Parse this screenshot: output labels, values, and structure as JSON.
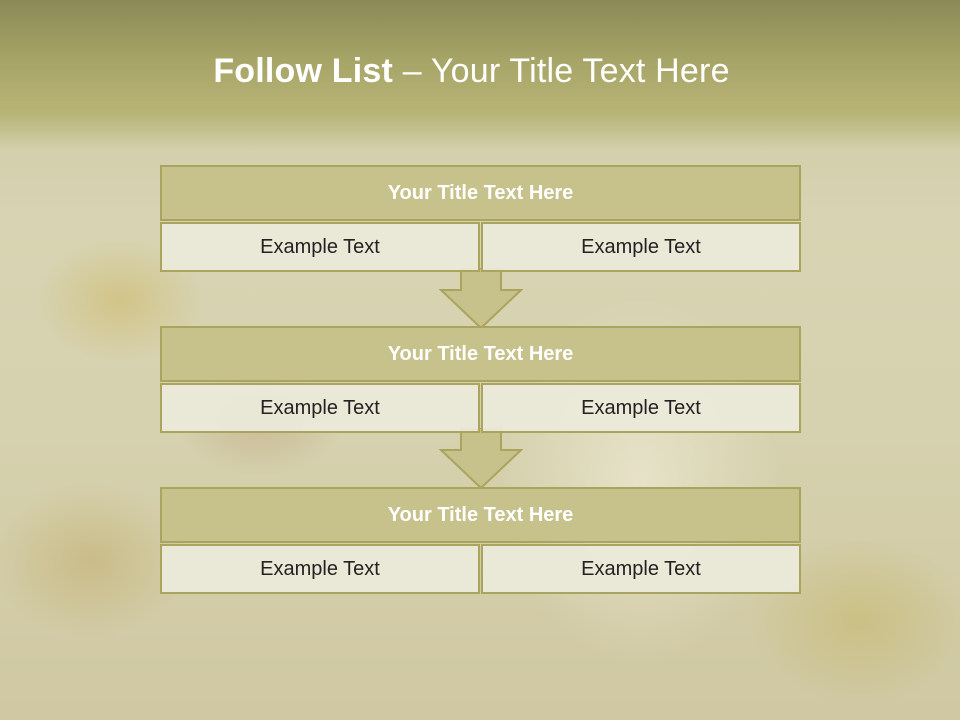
{
  "slide": {
    "title_bold": "Follow List",
    "title_rest": " – Your Title Text Here"
  },
  "steps": [
    {
      "title": "Your Title Text Here",
      "left": "Example Text",
      "right": "Example Text"
    },
    {
      "title": "Your Title Text Here",
      "left": "Example Text",
      "right": "Example Text"
    },
    {
      "title": "Your Title Text Here",
      "left": "Example Text",
      "right": "Example Text"
    }
  ],
  "colors": {
    "header": "#a6a466",
    "box_fill": "#c7c18c",
    "box_border": "#a9a45e",
    "cell_fill": "#eceada"
  }
}
